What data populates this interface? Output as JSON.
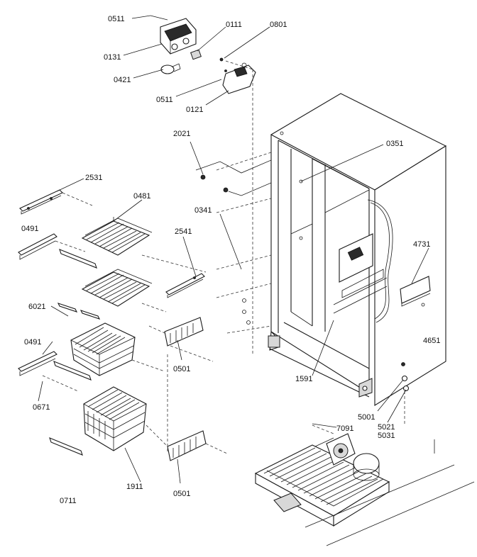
{
  "parts": {
    "p0511a": "0511",
    "p0111": "0111",
    "p0801": "0801",
    "p0131": "0131",
    "p0421": "0421",
    "p0511b": "0511",
    "p0121": "0121",
    "p2021": "2021",
    "p0351": "0351",
    "p2531": "2531",
    "p0481": "0481",
    "p0341": "0341",
    "p2541": "2541",
    "p0491a": "0491",
    "p4731": "4731",
    "p6021": "6021",
    "p0491b": "0491",
    "p0501a": "0501",
    "p4651": "4651",
    "p1591": "1591",
    "p0671": "0671",
    "p5001": "5001",
    "p7091": "7091",
    "p5021": "5021",
    "p5031": "5031",
    "p1911": "1911",
    "p0501b": "0501",
    "p0711": "0711"
  }
}
